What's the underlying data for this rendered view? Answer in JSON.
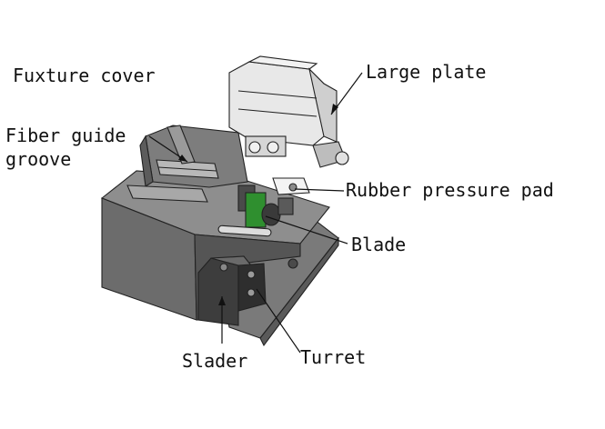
{
  "labels": {
    "fixture_cover": "Fuxture cover",
    "large_plate": "Large plate",
    "fiber_guide_line1": "Fiber guide",
    "fiber_guide_line2": "groove",
    "rubber_pad": "Rubber pressure pad",
    "blade": "Blade",
    "slider": "Slader",
    "turret": "Turret"
  },
  "colors": {
    "body_dark": "#6f6f6f",
    "body_mid": "#8c8c8c",
    "body_light": "#c4c4c4",
    "plate_light": "#e6e6e6",
    "pad_green": "#2f8f2f",
    "line": "#111111"
  }
}
